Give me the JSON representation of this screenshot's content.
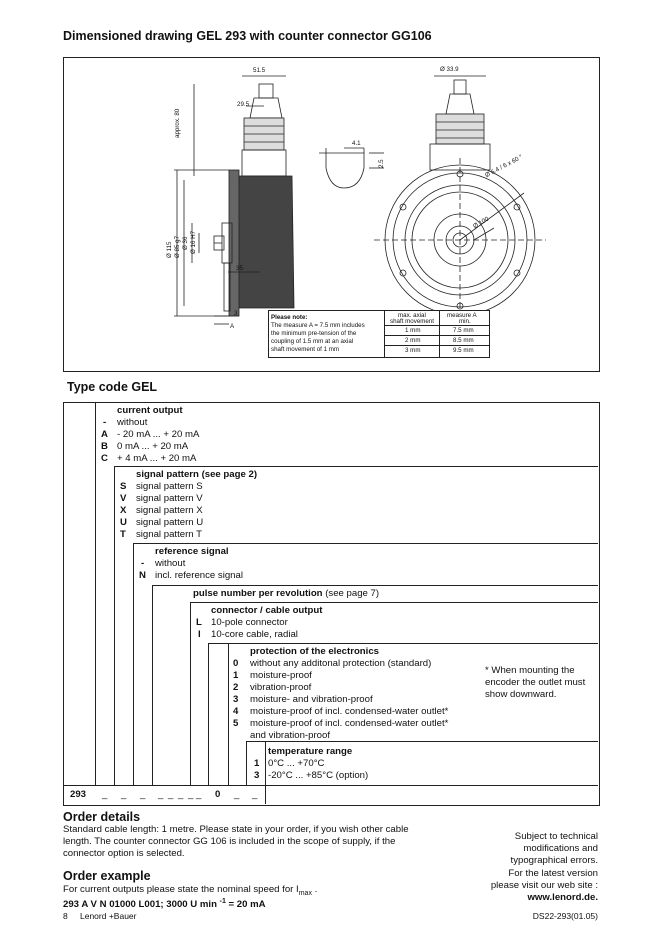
{
  "title": "Dimensioned drawing GEL 293 with counter connector GG106",
  "drawing": {
    "dims": {
      "d515": "51.5",
      "d295": "29.5",
      "approx80": "approx. 80",
      "d115": "Ø 115",
      "d85": "Ø 85 g7",
      "d36": "Ø 36",
      "d16": "Ø 16 H7",
      "d35": "35",
      "d3": "3",
      "dA": "A",
      "d41": "4.1",
      "d25": "2.5",
      "d339": "Ø 33.9",
      "d64": "Ø 6.4 / 6 x 60 °",
      "d100": "Ø 100"
    },
    "note": {
      "heading": "Please note:",
      "text1": "The measure A = 7.5 mm includes",
      "text2": "the minimum pre-tension of the",
      "text3": "coupling of 1.5 mm at an axial",
      "text4": "shaft movement of 1 mm"
    },
    "table": {
      "h1a": "max. axial",
      "h1b": "shaft movement",
      "h2a": "measure A",
      "h2b": "min.",
      "rows": [
        [
          "1 mm",
          "7.5 mm"
        ],
        [
          "2 mm",
          "8.5 mm"
        ],
        [
          "3 mm",
          "9.5 mm"
        ]
      ]
    }
  },
  "typecode": {
    "title": "Type code GEL",
    "s1": {
      "heading": "current output",
      "codes": [
        "-",
        "A",
        "B",
        "C"
      ],
      "items": [
        "without",
        "- 20 mA ... + 20 mA",
        "0 mA ... + 20 mA",
        "+ 4 mA ... + 20 mA"
      ]
    },
    "s2": {
      "heading": "signal pattern (see page 2)",
      "codes": [
        "S",
        "V",
        "X",
        "U",
        "T"
      ],
      "items": [
        "signal pattern S",
        "signal pattern V",
        "signal pattern X",
        "signal pattern U",
        "signal pattern T"
      ]
    },
    "s3": {
      "heading": "reference signal",
      "codes": [
        "-",
        "N"
      ],
      "items": [
        "without",
        "incl. reference signal"
      ]
    },
    "s4": {
      "heading": "pulse number per revolution",
      "suffix": " (see page 7)"
    },
    "s5": {
      "heading": "connector / cable output",
      "codes": [
        "L",
        "I"
      ],
      "items": [
        "10-pole connector",
        "10-core cable, radial"
      ]
    },
    "s6": {
      "heading": "protection of the electronics",
      "codes": [
        "0",
        "1",
        "2",
        "3",
        "4",
        "5"
      ],
      "items": [
        "without any additonal protection (standard)",
        "moisture-proof",
        "vibration-proof",
        "moisture- and vibration-proof",
        "moisture-proof of incl. condensed-water outlet*",
        "moisture-proof of incl. condensed-water outlet*",
        "and vibration-proof"
      ],
      "footnote1": "* When mounting the",
      "footnote2": "encoder the outlet must",
      "footnote3": "show downward."
    },
    "s7": {
      "heading": "temperature range",
      "codes": [
        "1",
        "3"
      ],
      "items": [
        "0°C ... +70°C",
        "-20°C ... +85°C (option)"
      ]
    },
    "bottom": {
      "model": "293",
      "u1": "_",
      "u2": "_",
      "u3": "_",
      "u4": "_ _ _ _",
      "u5": "_",
      "fixed": "0",
      "u6": "_",
      "u7": "_"
    }
  },
  "order_details": {
    "title": "Order details",
    "line1": "Standard cable length: 1 metre. Please state in your order, if you wish other cable",
    "line2": "length. The counter connector GG 106 is included in the scope of supply, if the",
    "line3": "connector option is selected."
  },
  "order_example": {
    "title": "Order example",
    "line1": "For current outputs please state the nominal speed for I",
    "sub": "max",
    "line1end": " .",
    "line2a": "293 A V N 01000 L001; 3000 U min ",
    "sup": "-1",
    "line2b": " = 20 mA"
  },
  "subject": {
    "l1": "Subject to technical",
    "l2": "modifications and",
    "l3": "typographical errors.",
    "l4": "For the latest version",
    "l5": "please visit our web site :",
    "l6": "www.lenord.de."
  },
  "footer": {
    "page": "8",
    "company": "Lenord +Bauer",
    "docnum": "DS22-293(01.05)"
  }
}
